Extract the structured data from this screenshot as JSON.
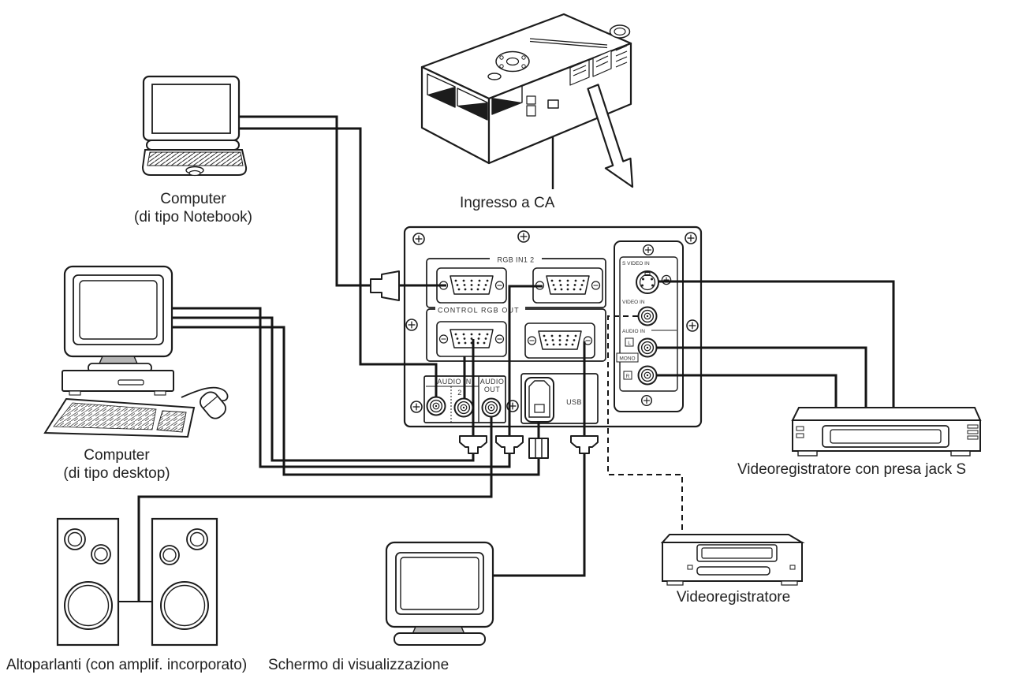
{
  "diagram": {
    "device_labels": {
      "notebook_line1": "Computer",
      "notebook_line2": "(di tipo Notebook)",
      "desktop_line1": "Computer",
      "desktop_line2": "(di tipo desktop)",
      "speakers": "Altoparlanti (con amplif. incorporato)",
      "display": "Schermo di visualizzazione",
      "ac_input": "Ingresso a CA",
      "vcr_svideo": "Videoregistratore con presa jack S",
      "vcr_plain": "Videoregistratore"
    },
    "panel_labels": {
      "rgb_in": "RGB IN1 2",
      "control_rgb_out": "CONTROL RGB OUT",
      "audio_in_bottom": "AUDIO IN",
      "audio_in_2": "2",
      "audio_out_line1": "AUDIO",
      "audio_out_line2": "OUT",
      "usb": "USB",
      "s_video_in": "S VIDEO IN",
      "video_in": "VIDEO IN",
      "audio_in_right": "AUDIO IN",
      "left_jack": "L",
      "mono": "MONO",
      "right_jack": "R"
    },
    "colors": {
      "line": "#1c1c1c",
      "background": "#ffffff",
      "shade": "#b5b5b5"
    }
  }
}
